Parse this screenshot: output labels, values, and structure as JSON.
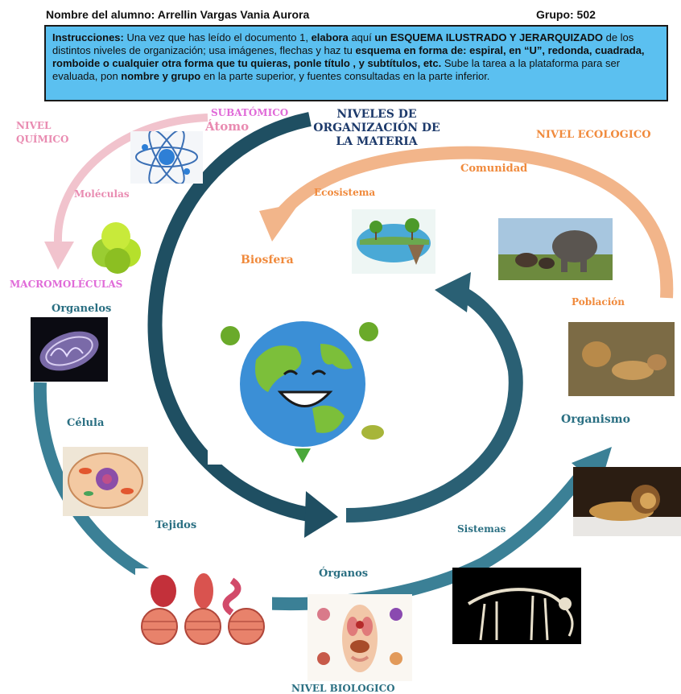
{
  "header": {
    "student": "Nombre del alumno: Arrellin Vargas Vania Aurora",
    "group": "Grupo: 502"
  },
  "instructions": {
    "s1": "Instrucciones:",
    "s2": " Una vez que has leído el documento 1,  ",
    "s3": "elabora",
    "s4": " aquí ",
    "s5": "un ESQUEMA ILUSTRADO Y JERARQUIZADO",
    "s6": " de los distintos niveles de organización; usa imágenes, flechas y haz tu ",
    "s7": "esquema en forma de: espiral, en “U”, redonda, cuadrada, romboide o cualquier otra forma que tu quieras, ponle título , y subtítulos, etc.",
    "s8": "  Sube la tarea a la plataforma para ser evaluada, pon ",
    "s9": "nombre y grupo",
    "s10": " en la parte superior, y fuentes consultadas en la parte inferior."
  },
  "title": {
    "l1": "NIVELES DE",
    "l2": "ORGANIZACIÓN DE",
    "l3": "LA MATERIA"
  },
  "labels": {
    "nivel_quimico_1": "NIVEL",
    "nivel_quimico_2": "QUÍMICO",
    "subatomico": "SUBATÓMICO",
    "atomo": "Átomo",
    "moleculas": "Moléculas",
    "macromoleculas": "MACROMOLÉCULAS",
    "organelos": "Organelos",
    "celula": "Célula",
    "tejidos": "Tejidos",
    "organos": "Órganos",
    "nivel_biologico": "NIVEL BIOLOGICO",
    "sistemas": "Sistemas",
    "organismo": "Organismo",
    "poblacion": "Población",
    "comunidad": "Comunidad",
    "ecosistema": "Ecosistema",
    "biosfera": "Biosfera",
    "nivel_ecologico": "NIVEL ECOLOGICO"
  }
}
